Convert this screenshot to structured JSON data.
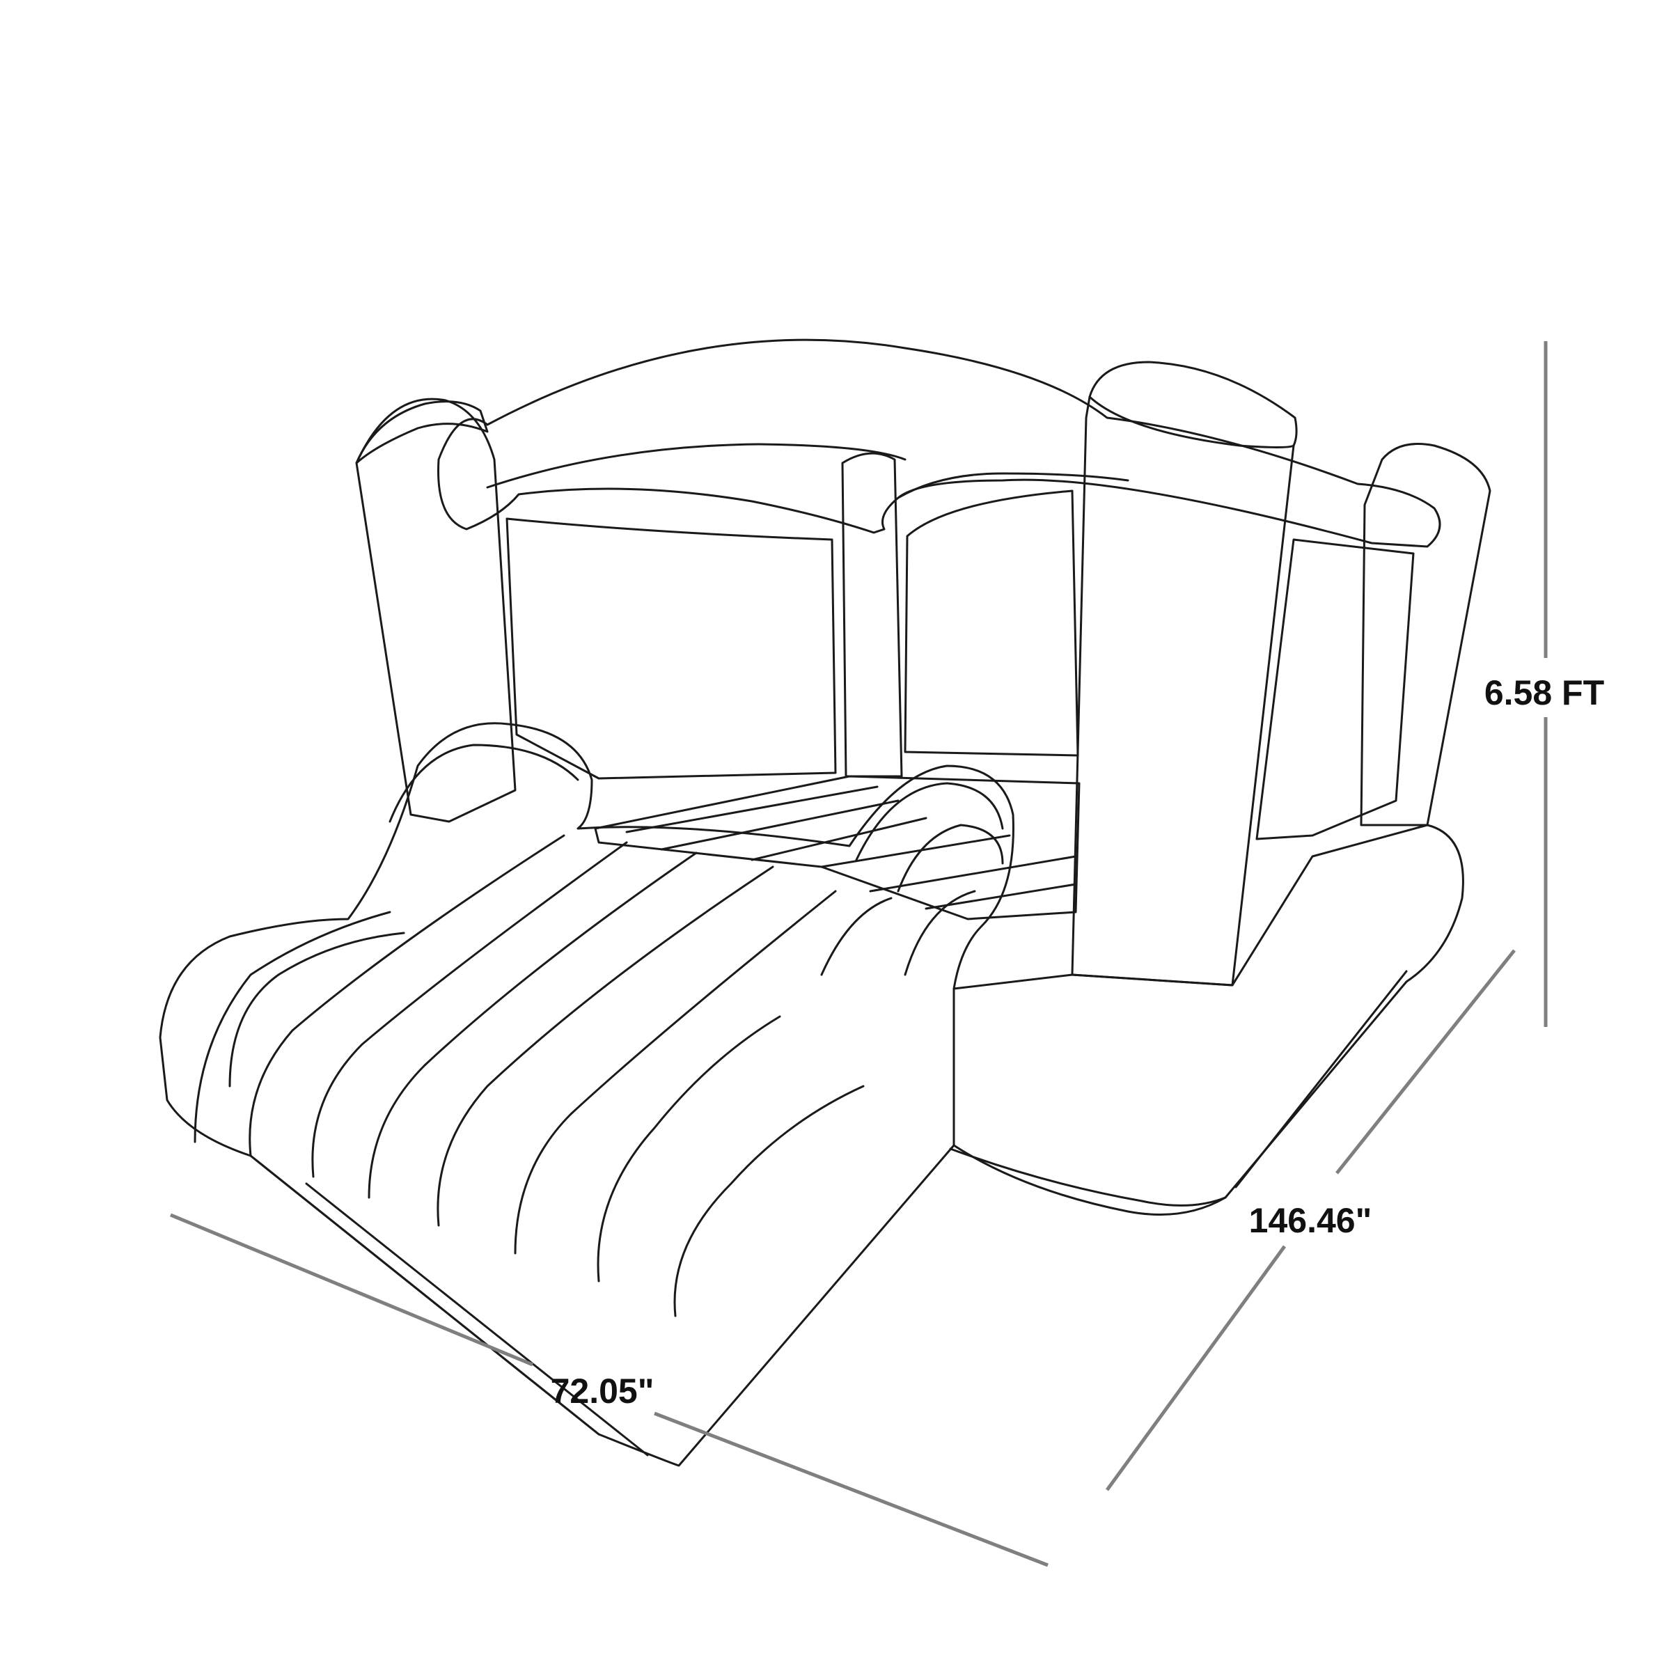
{
  "dimensions": {
    "height": "6.58 FT",
    "length": "146.46\"",
    "width": "72.05\""
  },
  "colors": {
    "line": "#1a1a1a",
    "dimension_line": "#7f7f7f",
    "label": "#111111",
    "background": "#ffffff"
  }
}
